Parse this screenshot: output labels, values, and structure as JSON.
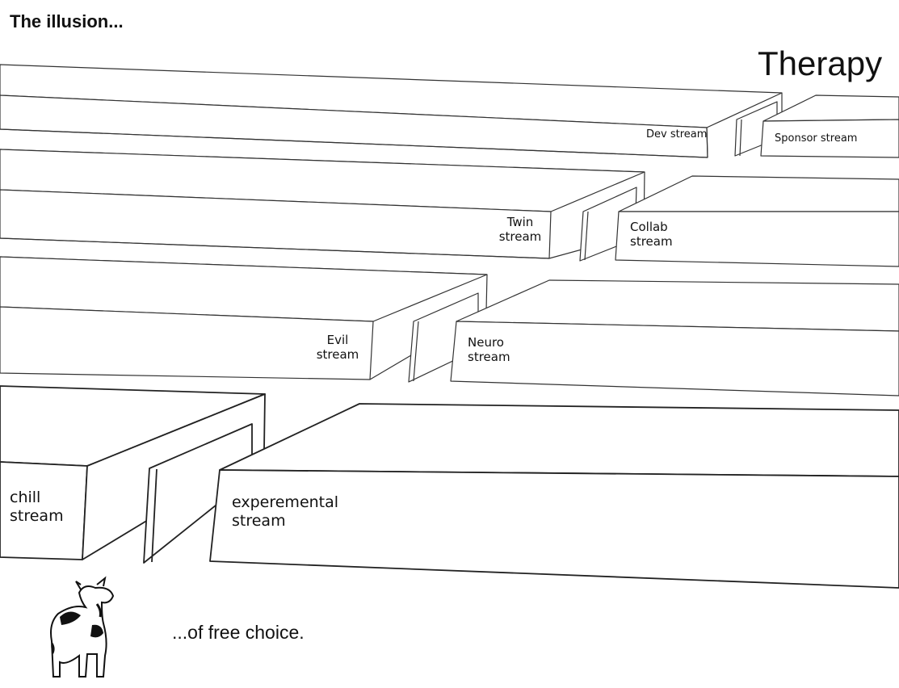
{
  "captions": {
    "top": "The illusion...",
    "bottom": "...of free choice.",
    "destination": "Therapy"
  },
  "corridors": [
    {
      "row": 1,
      "left_block": "Dev stream",
      "right_block": "Sponsor stream"
    },
    {
      "row": 2,
      "left_block": "Twin stream",
      "right_block": "Collab stream"
    },
    {
      "row": 3,
      "left_block": "Evil stream",
      "right_block": "Neuro stream"
    },
    {
      "row": 4,
      "left_block": "chill stream",
      "right_block": "experemental stream"
    }
  ],
  "figure": {
    "icon": "cow-icon",
    "description": "cow standing at the start, facing the corridors"
  }
}
